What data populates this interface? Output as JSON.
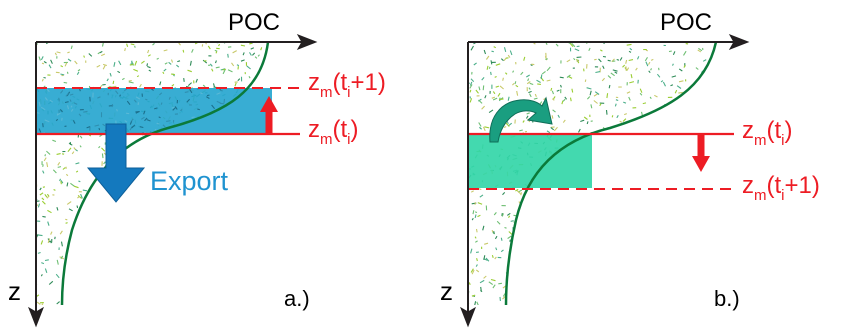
{
  "panels": [
    {
      "id": "a",
      "axis_x_label": "POC",
      "axis_y_label": "z",
      "panel_label": "a.)",
      "upper_line_label": {
        "base": "z",
        "sub": "m",
        "open": "(t",
        "sub2": "i",
        "close": "+1)"
      },
      "lower_line_label": {
        "base": "z",
        "sub": "m",
        "open": "(t",
        "sub2": "i",
        "close": ")"
      },
      "upper_line_style": "dashed",
      "lower_line_style": "solid",
      "mixed_layer_fill": "#27a6cf",
      "arrow_direction": "up",
      "export_label": "Export"
    },
    {
      "id": "b",
      "axis_x_label": "POC",
      "axis_y_label": "z",
      "panel_label": "b.)",
      "upper_line_label": {
        "base": "z",
        "sub": "m",
        "open": "(t",
        "sub2": "i",
        "close": ")"
      },
      "lower_line_label": {
        "base": "z",
        "sub": "m",
        "open": "(t",
        "sub2": "i",
        "close": "+1)"
      },
      "upper_line_style": "solid",
      "lower_line_style": "dashed",
      "mixed_layer_fill": "#33d6a8",
      "arrow_direction": "down"
    }
  ],
  "colors": {
    "axis": "#231f20",
    "mixed_layer_depth": "#ed1c24",
    "profile": "#0b7a3a",
    "export_arrow": "#1479be",
    "entrainment_arrow": "#1a9e80",
    "export_text": "#1f93d0",
    "speckle": [
      "#2e8b57",
      "#6fbf73",
      "#c9c96a",
      "#4caf8a",
      "#9acd32"
    ]
  }
}
